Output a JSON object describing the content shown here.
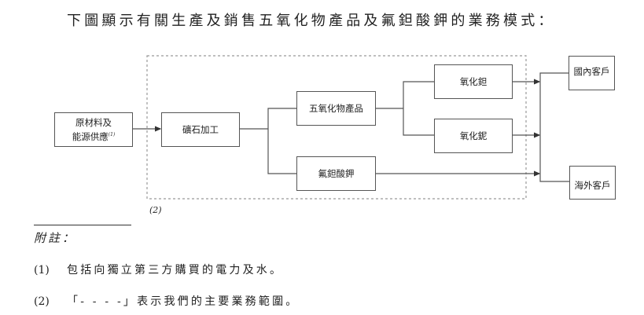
{
  "title": "下圖顯示有關生產及銷售五氧化物產品及氟鉭酸鉀的業務模式：",
  "diagram": {
    "raw_material": {
      "line1": "原材料及",
      "line2": "能源供應",
      "note_ref": "(1)"
    },
    "ore_processing": "礦石加工",
    "pentoxide_products": "五氧化物產品",
    "k_fluorotantalate": "氟鉭酸鉀",
    "tantalum_oxide": "氧化鉭",
    "niobium_oxide": "氧化鈮",
    "domestic_customers": "國內客戶",
    "overseas_customers": "海外客戶",
    "scope_label": "(2)"
  },
  "notes": {
    "heading": "附註：",
    "items": [
      {
        "num": "(1)",
        "text": "包括向獨立第三方購買的電力及水。"
      },
      {
        "num": "(2)",
        "text": "「- - - -」表示我們的主要業務範圍。"
      }
    ]
  }
}
